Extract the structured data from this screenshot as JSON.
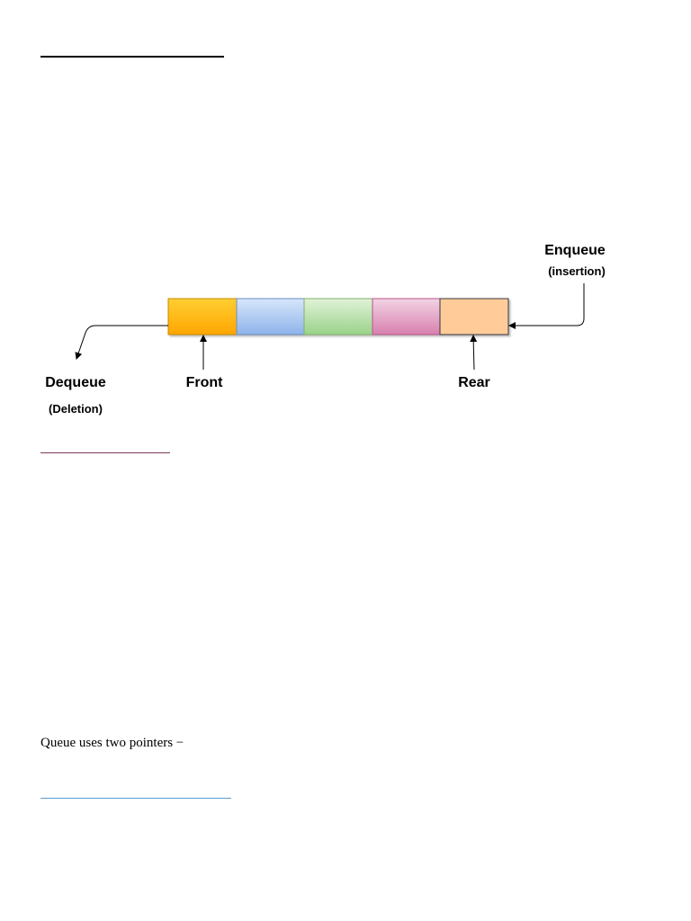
{
  "diagram": {
    "labels": {
      "enqueue": "Enqueue",
      "insertion": "(insertion)",
      "dequeue": "Dequeue",
      "deletion": "(Deletion)",
      "front": "Front",
      "rear": "Rear"
    },
    "cells": [
      {
        "top": "#ffcf33",
        "bottom": "#ffa500",
        "border": "#c48a00"
      },
      {
        "top": "#d7e6fb",
        "bottom": "#8db3ea",
        "border": "#6c8ebf"
      },
      {
        "top": "#e0f2d8",
        "bottom": "#9ad28a",
        "border": "#82b366"
      },
      {
        "top": "#f2d4e4",
        "bottom": "#d77fae",
        "border": "#b85487"
      },
      {
        "top": "#ffcc99",
        "bottom": "#ffcc99",
        "border": "#36393d"
      }
    ]
  },
  "text": {
    "queue_pointers": "Queue uses two pointers −"
  }
}
